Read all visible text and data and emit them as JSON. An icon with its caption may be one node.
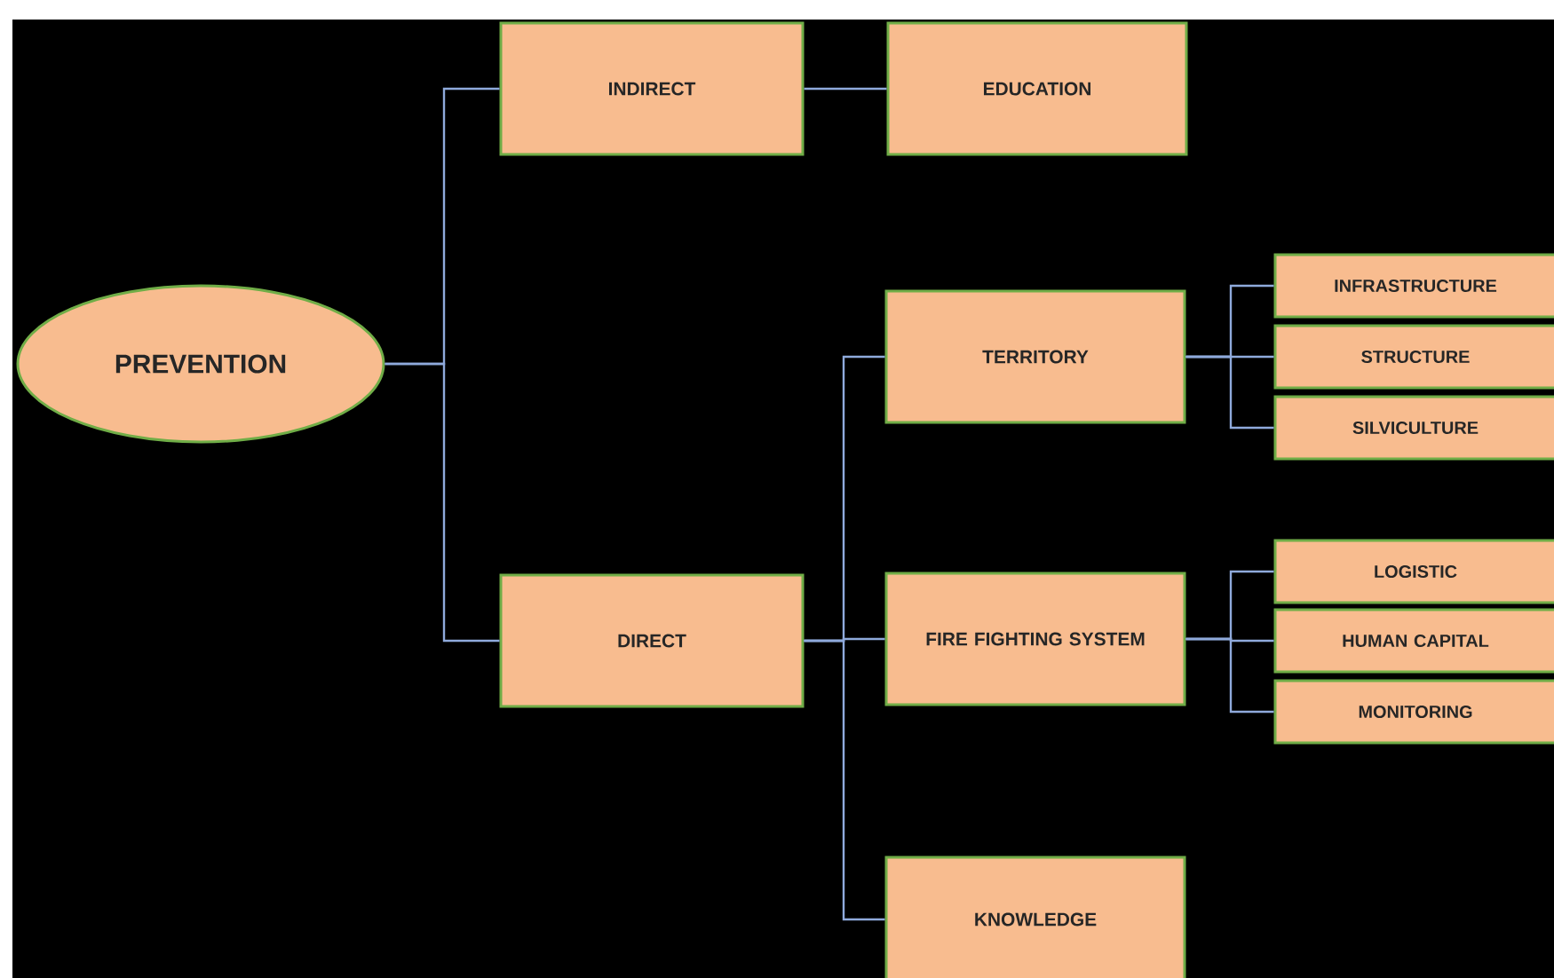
{
  "diagram": {
    "nodes": [
      {
        "text": [
          "PREVENTION"
        ]
      },
      {
        "text": [
          "INDIRECT"
        ]
      },
      {
        "text": [
          "EDUCATION"
        ]
      },
      {
        "text": [
          "DIRECT"
        ]
      },
      {
        "text": [
          "TERRITORY"
        ]
      },
      {
        "text": [
          "FIRE FIGHTING SYSTEM"
        ]
      },
      {
        "text": [
          "KNOWLEDGE"
        ]
      },
      {
        "text": [
          "INFRASTRUCTURE"
        ]
      },
      {
        "text": [
          "STRUCTURE"
        ]
      },
      {
        "text": [
          "SILVICULTURE"
        ]
      },
      {
        "text": [
          "LOGISTIC"
        ]
      },
      {
        "text": [
          "HUMAN CAPITAL"
        ]
      },
      {
        "text": [
          "MONITORING"
        ]
      }
    ],
    "edges": [
      {
        "from": 0,
        "to": 1,
        "arrow": "none"
      },
      {
        "from": 0,
        "to": 3,
        "arrow": "none"
      },
      {
        "from": 1,
        "to": 2,
        "arrow": "none"
      },
      {
        "from": 3,
        "to": 4,
        "arrow": "none"
      },
      {
        "from": 3,
        "to": 5,
        "arrow": "none"
      },
      {
        "from": 3,
        "to": 6,
        "arrow": "none"
      },
      {
        "from": 4,
        "to": 7,
        "arrow": "none"
      },
      {
        "from": 4,
        "to": 8,
        "arrow": "none"
      },
      {
        "from": 4,
        "to": 9,
        "arrow": "none"
      },
      {
        "from": 5,
        "to": 10,
        "arrow": "none"
      },
      {
        "from": 5,
        "to": 11,
        "arrow": "none"
      },
      {
        "from": 5,
        "to": 12,
        "arrow": "none"
      }
    ]
  }
}
